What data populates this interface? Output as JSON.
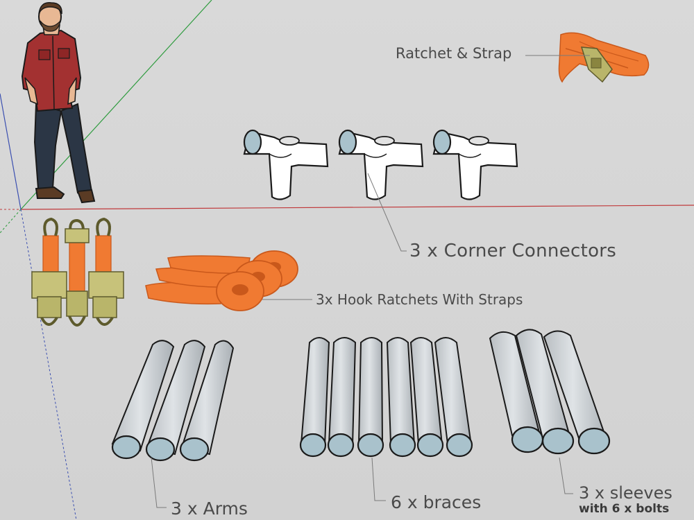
{
  "labels": {
    "ratchet_strap": "Ratchet & Strap",
    "corner_connectors": "3 x Corner Connectors",
    "hook_ratchets": "3x Hook Ratchets With  Straps",
    "arms": "3 x Arms",
    "braces": "6 x braces",
    "sleeves": "3 x sleeves",
    "sleeves_note": "with 6 x bolts"
  },
  "colors": {
    "background": "#d6d6d6",
    "axis_red": "#c0393b",
    "axis_green": "#2e9b3e",
    "axis_blue": "#3b4fb0",
    "strap_orange": "#f07a32",
    "pipe_grey": "#c4c9cd",
    "pipe_end": "#a9c2cc",
    "shirt_red": "#a33131",
    "jeans_navy": "#2b3645"
  }
}
